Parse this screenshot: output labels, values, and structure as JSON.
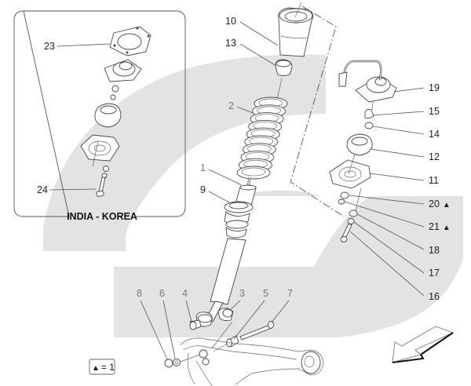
{
  "diagram": {
    "type": "exploded parts diagram",
    "subject": "front shock absorber assembly",
    "watermark_color": "#e3e3e3",
    "callouts": [
      {
        "id": "1",
        "text": "1",
        "marker": ""
      },
      {
        "id": "2",
        "text": "2",
        "marker": ""
      },
      {
        "id": "3",
        "text": "3",
        "marker": ""
      },
      {
        "id": "4",
        "text": "4",
        "marker": ""
      },
      {
        "id": "5",
        "text": "5",
        "marker": ""
      },
      {
        "id": "6",
        "text": "6",
        "marker": ""
      },
      {
        "id": "7",
        "text": "7",
        "marker": ""
      },
      {
        "id": "8",
        "text": "8",
        "marker": ""
      },
      {
        "id": "9",
        "text": "9",
        "marker": ""
      },
      {
        "id": "10",
        "text": "10",
        "marker": ""
      },
      {
        "id": "11",
        "text": "11",
        "marker": ""
      },
      {
        "id": "12",
        "text": "12",
        "marker": ""
      },
      {
        "id": "13",
        "text": "13",
        "marker": ""
      },
      {
        "id": "14",
        "text": "14",
        "marker": ""
      },
      {
        "id": "15",
        "text": "15",
        "marker": ""
      },
      {
        "id": "16",
        "text": "16",
        "marker": ""
      },
      {
        "id": "17",
        "text": "17",
        "marker": ""
      },
      {
        "id": "18",
        "text": "18",
        "marker": ""
      },
      {
        "id": "19",
        "text": "19",
        "marker": ""
      },
      {
        "id": "20",
        "text": "20",
        "marker": "▲"
      },
      {
        "id": "21",
        "text": "21",
        "marker": "▲"
      },
      {
        "id": "23",
        "text": "23",
        "marker": ""
      },
      {
        "id": "24",
        "text": "24",
        "marker": ""
      }
    ],
    "inset": {
      "title": "INDIA - KOREA",
      "callouts": [
        "23",
        "24"
      ]
    },
    "legend": {
      "symbol": "▲",
      "text": "= 1"
    },
    "direction_arrow": "arrow-down-left"
  }
}
